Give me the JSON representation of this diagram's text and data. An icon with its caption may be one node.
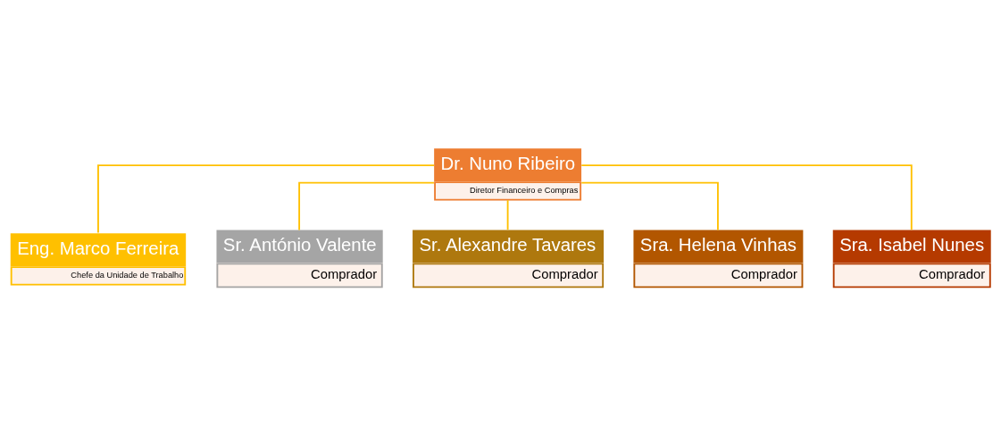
{
  "diagram": {
    "nodes": [
      {
        "text": [
          "Dr. Nuno Ribeiro",
          "Diretor Financeiro e Compras"
        ]
      },
      {
        "text": [
          "Eng. Marco Ferreira",
          "Chefe da Unidade de Trabalho"
        ]
      },
      {
        "text": [
          "Sr. António Valente",
          "Comprador"
        ]
      },
      {
        "text": [
          "Sr. Alexandre Tavares",
          "Comprador"
        ]
      },
      {
        "text": [
          "Sra. Helena Vinhas",
          "Comprador"
        ]
      },
      {
        "text": [
          "Sra. Isabel Nunes",
          "Comprador"
        ]
      }
    ],
    "edges": [
      {
        "from": 0,
        "to": 1,
        "arrow": "none"
      },
      {
        "from": 0,
        "to": 2,
        "arrow": "none"
      },
      {
        "from": 0,
        "to": 3,
        "arrow": "none"
      },
      {
        "from": 0,
        "to": 4,
        "arrow": "none"
      },
      {
        "from": 0,
        "to": 5,
        "arrow": "none"
      }
    ]
  }
}
